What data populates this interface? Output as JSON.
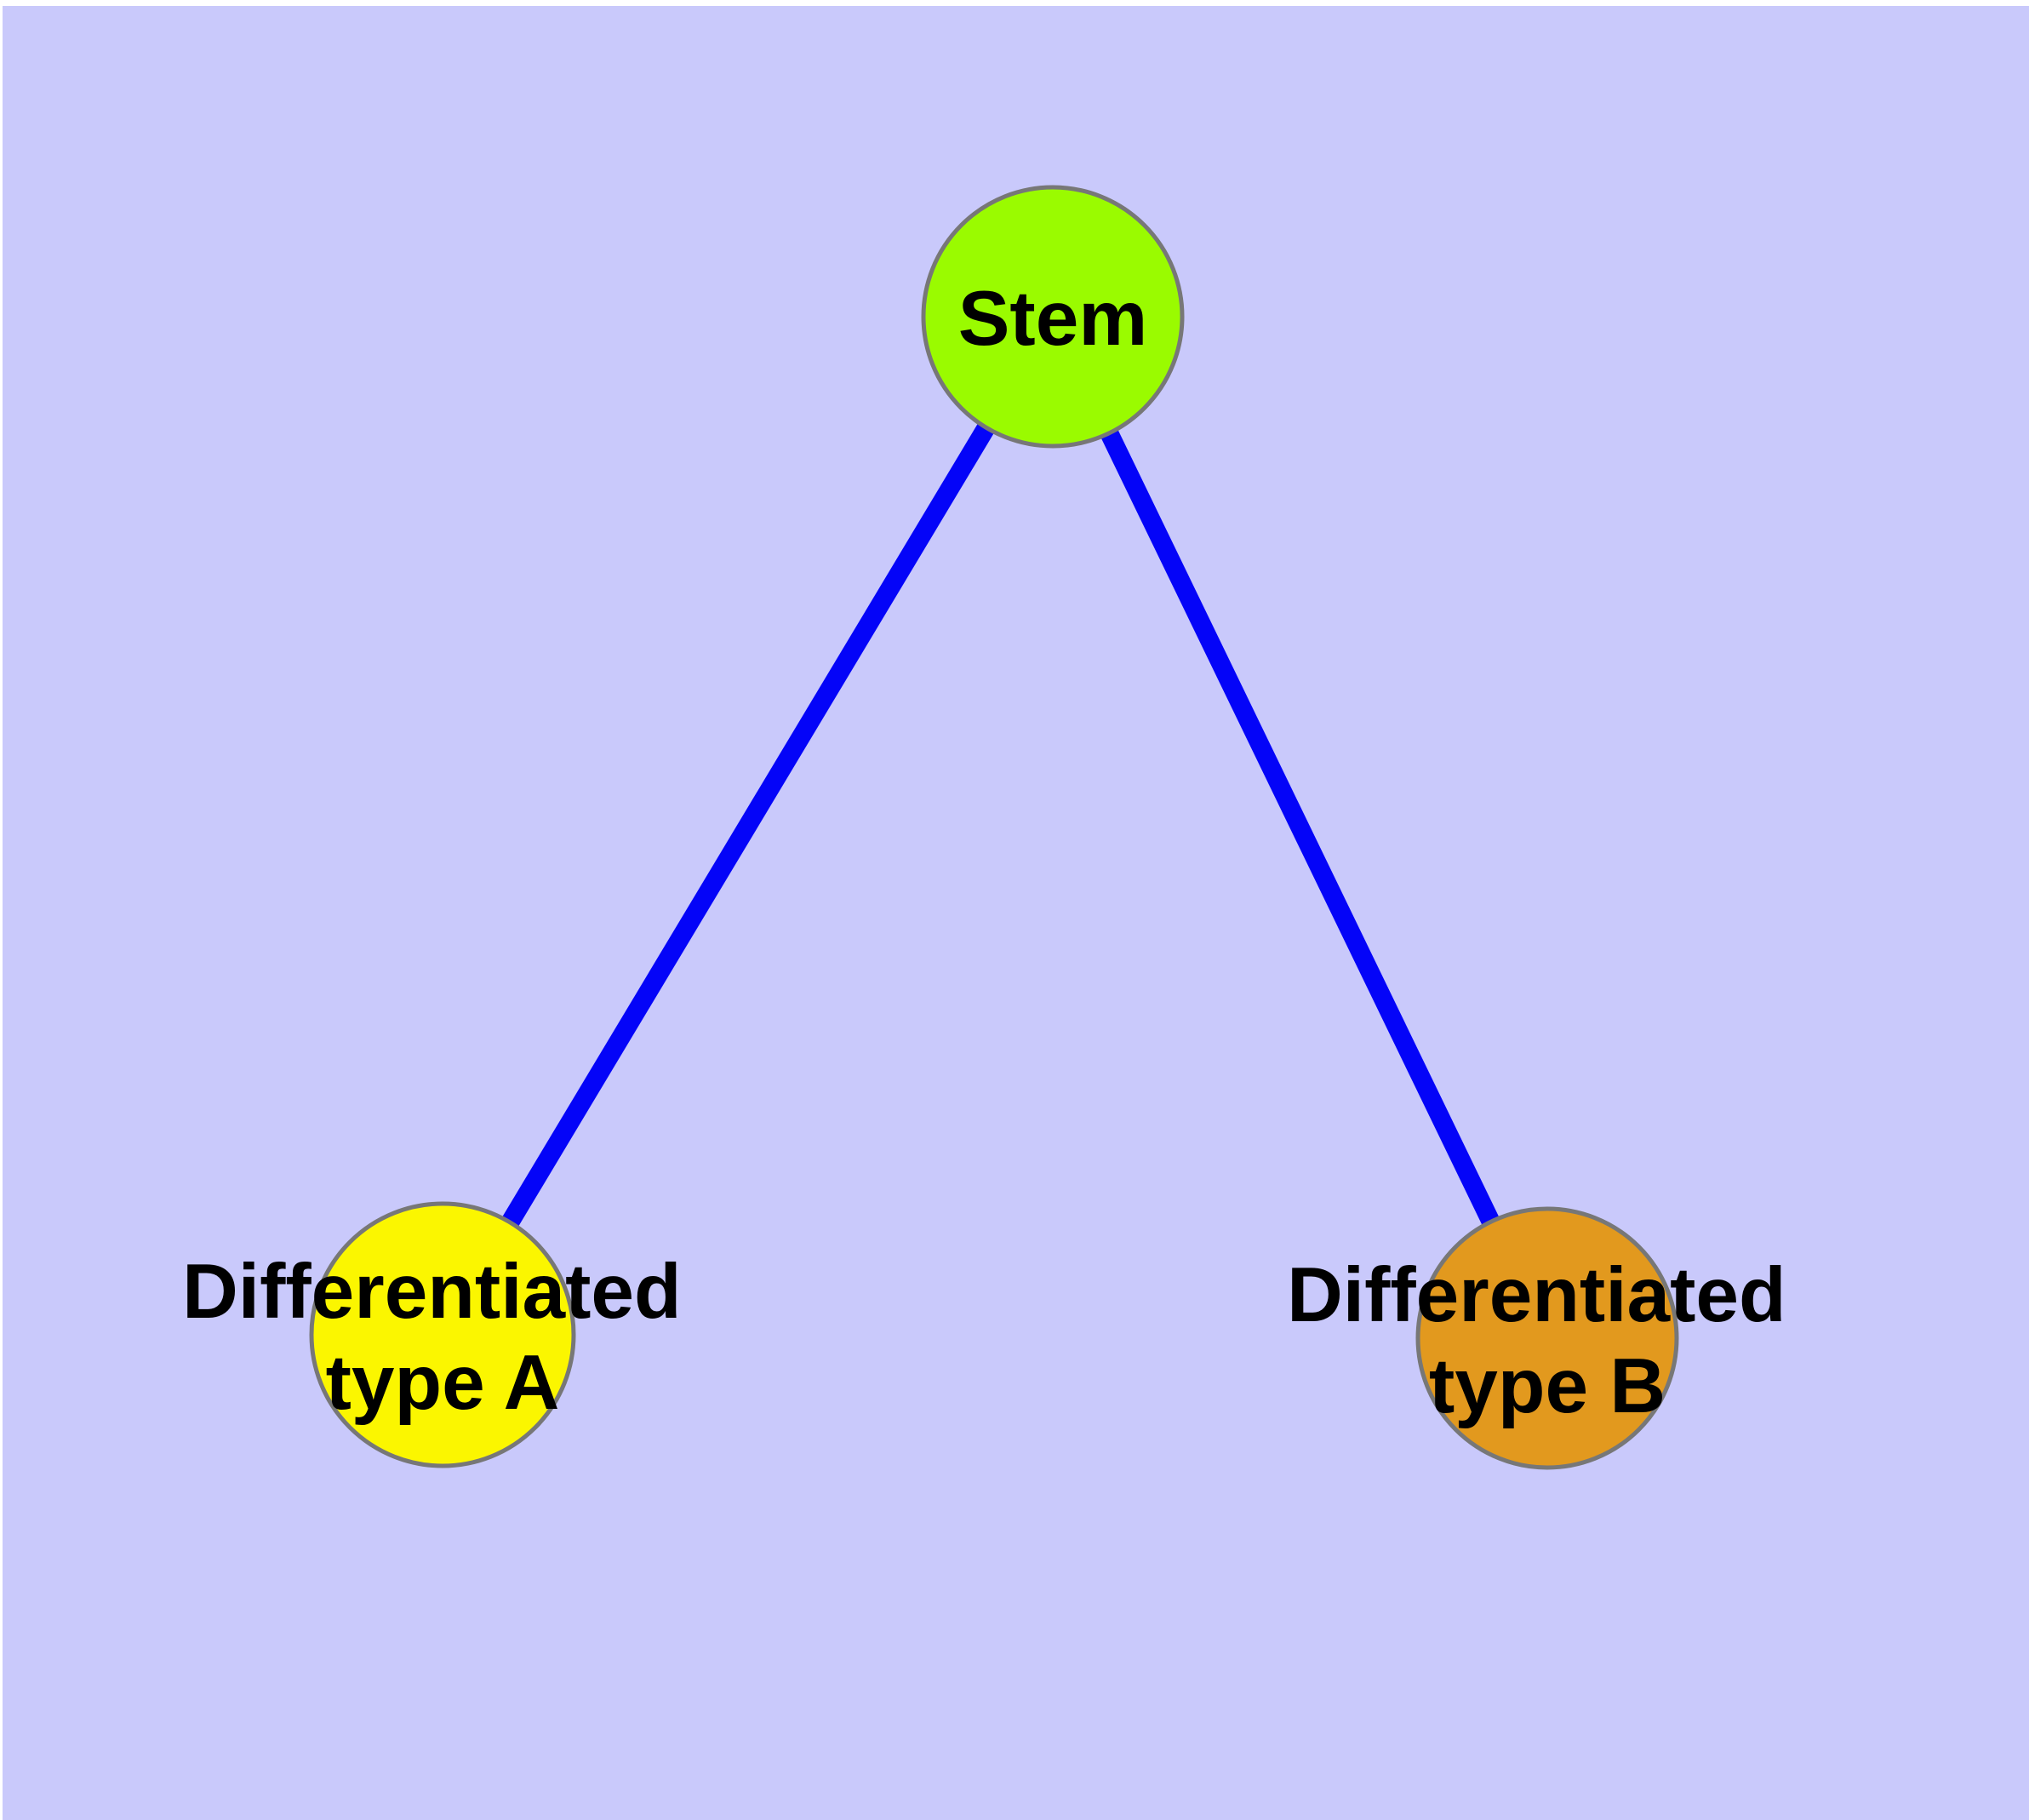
{
  "diagram": {
    "type": "node-link-graph",
    "background_color": "#c9c9fb",
    "margin_color": "#ffffff",
    "edge_color": "#0404f8",
    "node_border_color": "#777777",
    "label_color": "#000000",
    "nodes": [
      {
        "id": "stem",
        "label": "Stem",
        "lines": [
          "Stem"
        ],
        "fill": "#9afb00"
      },
      {
        "id": "differentiated-type-a",
        "label": "Differentiated type A",
        "lines": [
          "Differentiated",
          "type A"
        ],
        "fill": "#fbf600"
      },
      {
        "id": "differentiated-type-b",
        "label": "Differentiated type B",
        "lines": [
          "Differentiated",
          "type B"
        ],
        "fill": "#e2991e"
      }
    ],
    "edges": [
      {
        "from": "Stem",
        "to": "Differentiated type A"
      },
      {
        "from": "Stem",
        "to": "Differentiated type B"
      }
    ]
  }
}
